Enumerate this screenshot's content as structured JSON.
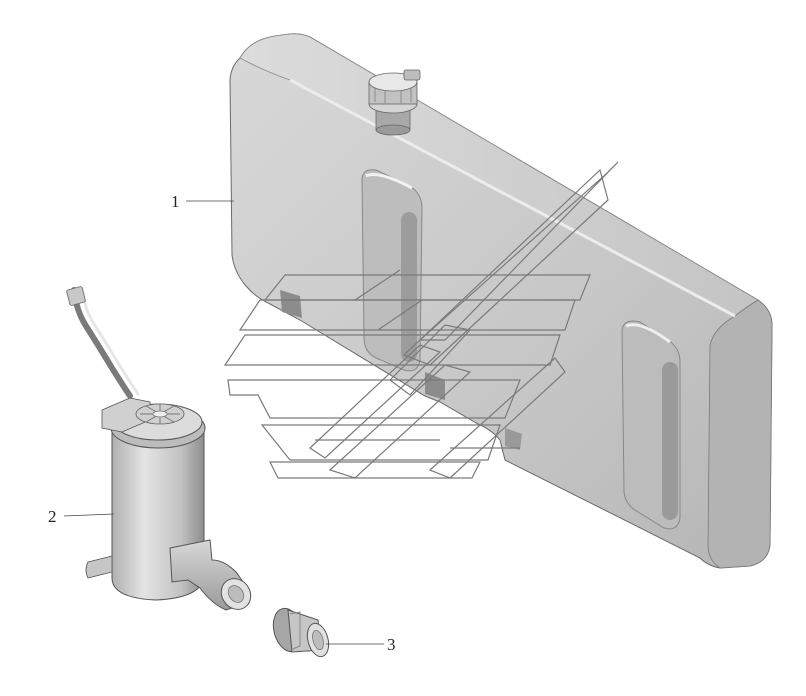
{
  "parts": [
    {
      "number": "1",
      "name": "washer-fluid-tank"
    },
    {
      "number": "2",
      "name": "washer-pump"
    },
    {
      "number": "3",
      "name": "grommet"
    }
  ],
  "colors": {
    "background": "#ffffff",
    "body": "#c9c9c9",
    "body_light": "#e0e0e0",
    "body_shadow": "#8a8a8a",
    "line": "#333333",
    "watermark": "#777777"
  }
}
